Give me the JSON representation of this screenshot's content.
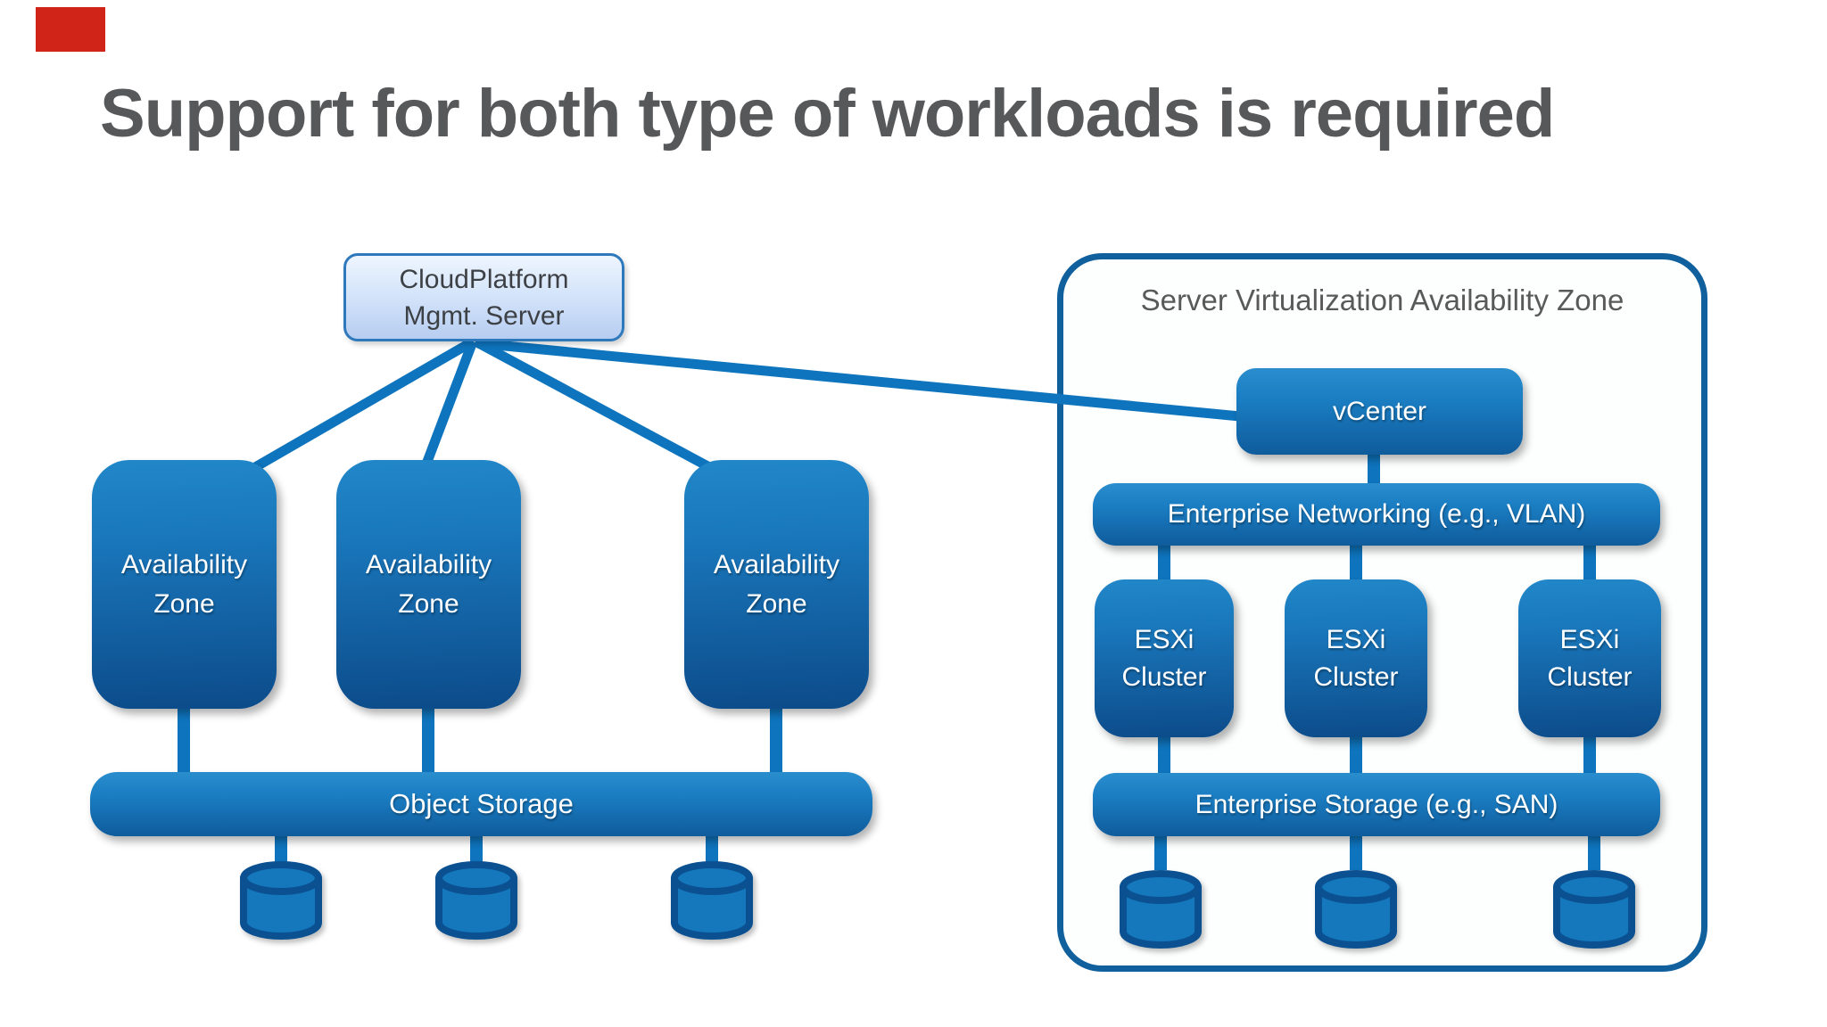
{
  "title": "Support for both type of workloads is required",
  "colors": {
    "connector_blue": "#0e74bd",
    "node_gradient_top": "#2187c9",
    "node_gradient_bottom": "#0c4b8a",
    "container_border": "#11609e",
    "title_gray": "#57585a",
    "marker_red": "#d02418",
    "mgmt_box_fill": "#d5e5fa",
    "mgmt_box_border": "#2e79bc"
  },
  "mgmt_server": {
    "label_line1": "CloudPlatform",
    "label_line2": "Mgmt. Server"
  },
  "cloud_zone": {
    "availability_zones": [
      {
        "label": "Availability Zone"
      },
      {
        "label": "Availability Zone"
      },
      {
        "label": "Availability Zone"
      }
    ],
    "object_storage_label": "Object Storage",
    "storage_cylinder_count": 3
  },
  "virtualization_zone": {
    "container_label": "Server Virtualization Availability Zone",
    "vcenter_label": "vCenter",
    "networking_label": "Enterprise Networking (e.g., VLAN)",
    "esxi_clusters": [
      {
        "label": "ESXi Cluster"
      },
      {
        "label": "ESXi Cluster"
      },
      {
        "label": "ESXi Cluster"
      }
    ],
    "storage_label": "Enterprise Storage (e.g., SAN)",
    "storage_cylinder_count": 3
  }
}
